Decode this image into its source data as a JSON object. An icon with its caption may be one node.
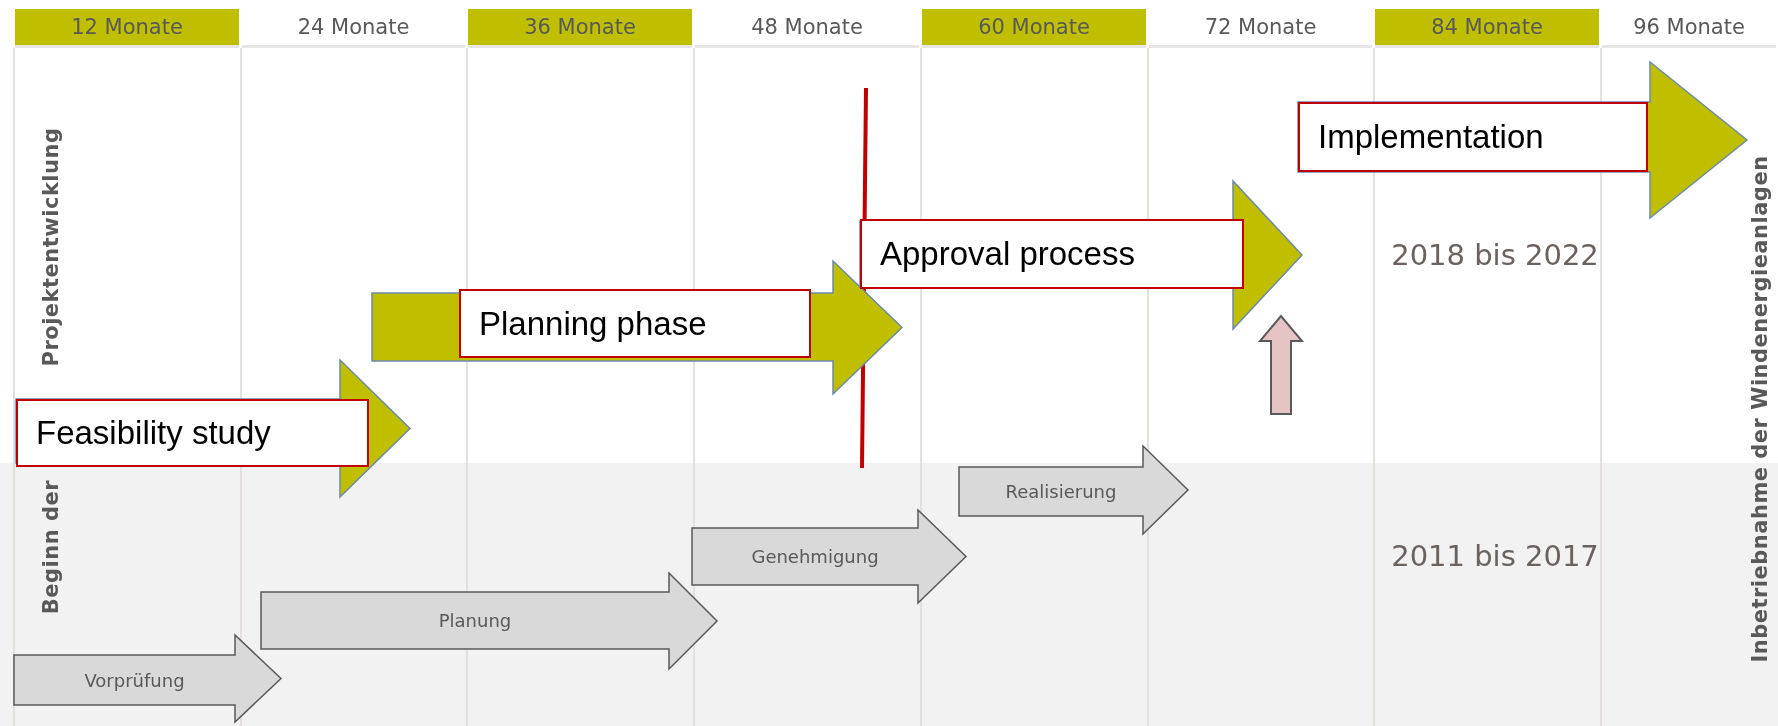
{
  "diagram": {
    "nodes": [
      {
        "text": [
          "Feasibility study"
        ]
      },
      {
        "text": [
          "Planning phase"
        ]
      },
      {
        "text": [
          "Approval process"
        ]
      },
      {
        "text": [
          "Implementation"
        ]
      },
      {
        "text": [
          "Vorprüfung"
        ]
      },
      {
        "text": [
          "Planung"
        ]
      },
      {
        "text": [
          "Genehmigung"
        ]
      },
      {
        "text": [
          "Realisierung"
        ]
      }
    ],
    "labels": [
      "12 Monate",
      "24 Monate",
      "36 Monate",
      "48 Monate",
      "60 Monate",
      "72 Monate",
      "84 Monate",
      "96 Monate",
      "Projektentwicklung",
      "Beginn der",
      "2018 bis 2022",
      "2011 bis 2017",
      "Inbetriebnahme der Windenergieanlagen"
    ]
  }
}
